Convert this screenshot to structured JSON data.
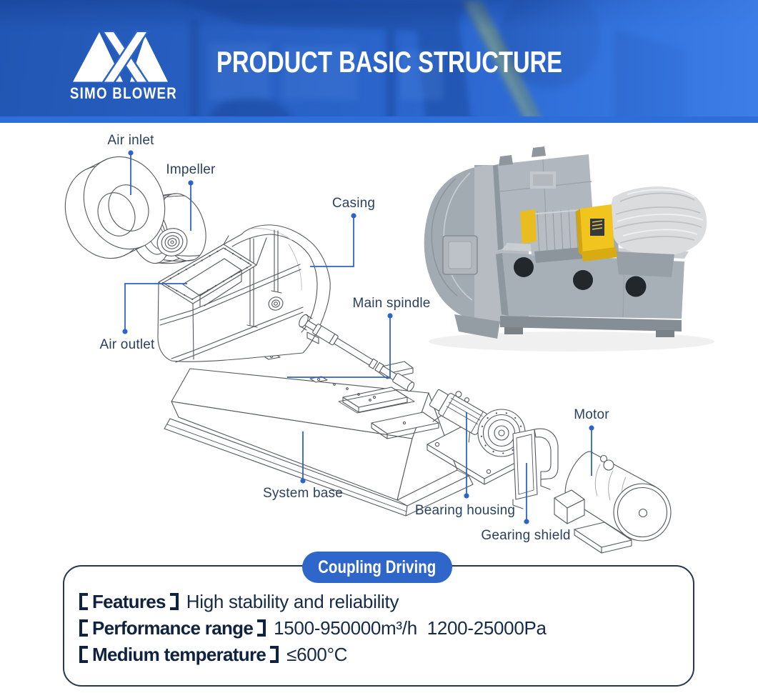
{
  "header": {
    "logo_text": "SIMO BLOWER",
    "title": "PRODUCT BASIC STRUCTURE"
  },
  "diagram": {
    "labels": [
      {
        "text": "Air inlet"
      },
      {
        "text": "Impeller"
      },
      {
        "text": "Casing"
      },
      {
        "text": "Main spindle"
      },
      {
        "text": "Air outlet"
      },
      {
        "text": "System base"
      },
      {
        "text": "Bearing housing"
      },
      {
        "text": "Gearing shield"
      },
      {
        "text": "Motor"
      }
    ]
  },
  "panel": {
    "badge": "Coupling Driving",
    "rows": [
      {
        "label": "Features",
        "value": "High stability and reliability"
      },
      {
        "label": "Performance range",
        "value": "1500-950000m³/h  1200-25000Pa"
      },
      {
        "label": "Medium temperature",
        "value": "≤600°C"
      }
    ]
  },
  "colors": {
    "header_blue": "#2a62c4",
    "accent_blue": "#2f66c9",
    "leader_blue": "#2d64c8",
    "line_gray": "#54585e",
    "text_dark": "#152b47",
    "photo_gray": "#b0b7be",
    "photo_yellow": "#f1c41e"
  }
}
